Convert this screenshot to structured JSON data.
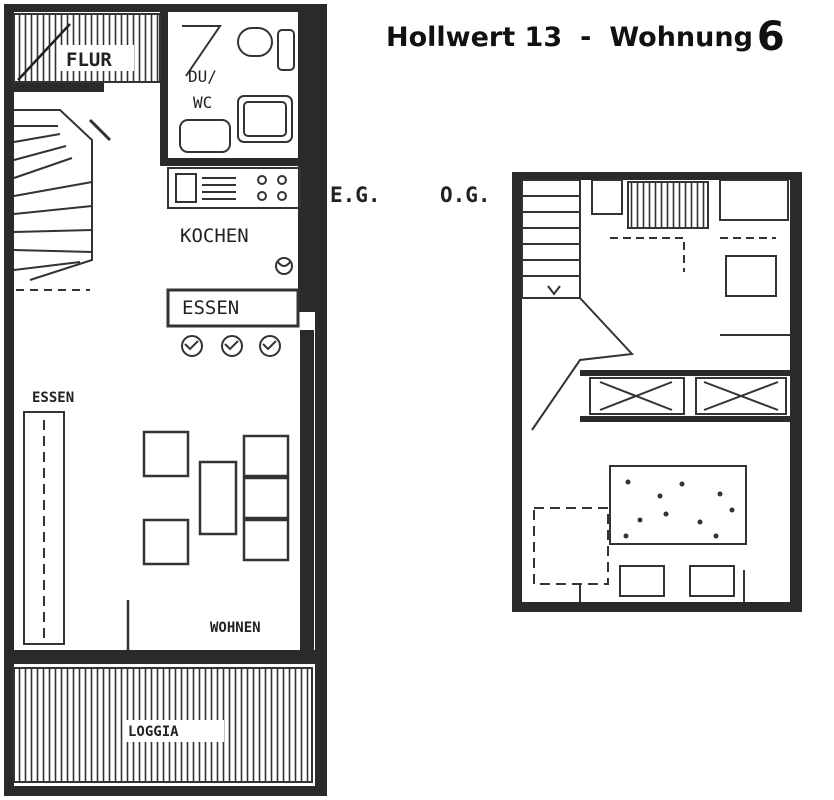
{
  "title": {
    "street": "Hollwert 13",
    "separator": "-",
    "unit_word": "Wohnung",
    "unit_number": "6"
  },
  "floors": {
    "ground": "E.G.",
    "upper": "O.G."
  },
  "rooms": {
    "flur": "FLUR",
    "bath_line1": "DU/",
    "bath_line2": "WC",
    "kitchen": "KOCHEN",
    "dining_table": "ESSEN",
    "dining_area": "ESSEN",
    "living": "WOHNEN",
    "loggia": "LOGGIA"
  },
  "colors": {
    "wall": "#2a2a2a",
    "line": "#333333",
    "background": "#ffffff",
    "text": "#111111"
  }
}
